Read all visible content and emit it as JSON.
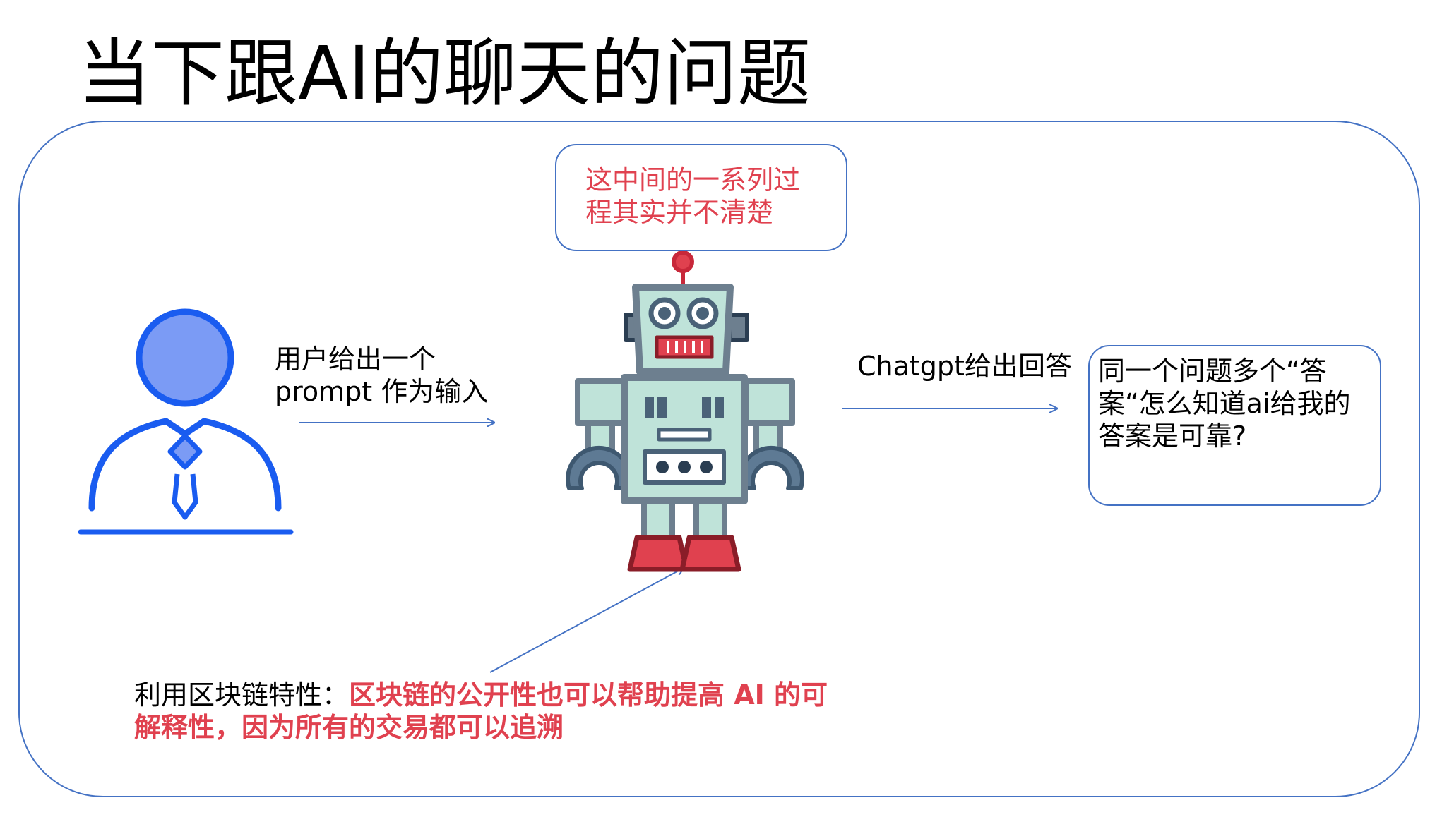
{
  "title": "当下跟AI的聊天的问题",
  "top_bubble": {
    "lines": [
      "这中间的一系列过",
      "程其实并不清楚"
    ]
  },
  "user_label": {
    "lines": [
      "用户给出一个",
      "prompt 作为输入"
    ]
  },
  "chatgpt_label": "Chatgpt给出回答",
  "answer_bubble": {
    "lines": [
      "同一个问题多个“答",
      "案“怎么知道ai给我的",
      "答案是可靠?"
    ]
  },
  "bottom_note": {
    "prefix": "利用区块链特性：",
    "highlight_line1": "区块链的公开性也可以帮助提高 AI 的可",
    "highlight_line2": "解释性，因为所有的交易都可以追溯"
  },
  "colors": {
    "accent_blue": "#4472c4",
    "icon_blue": "#1a5cf0",
    "icon_fill": "#7b9bf5",
    "highlight_red": "#e0414f"
  },
  "icons": {
    "person": "business-user-icon",
    "robot": "robot-icon"
  }
}
